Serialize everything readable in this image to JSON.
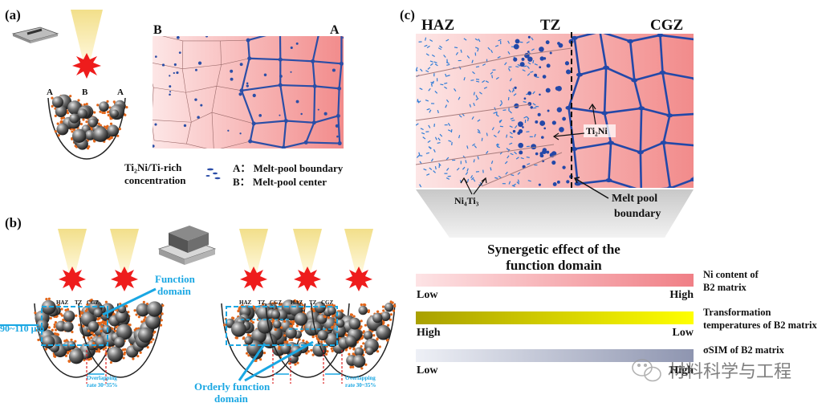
{
  "panel_a": {
    "label": "(a)",
    "pool_left": "A",
    "pool_center": "B",
    "pool_right": "A",
    "map_left": "B",
    "map_right": "A",
    "legend_line1": "Ti₂Ni/Ti-rich",
    "legend_line2": "concentration",
    "key_a": "A： Melt-pool boundary",
    "key_b": "B： Melt-pool center"
  },
  "panel_b": {
    "label": "(b)",
    "haz": "HAZ",
    "tz": "TZ",
    "cgz": "CGZ",
    "function_domain_1": "Function",
    "function_domain_2": "domain",
    "width_label": "90~110 μm",
    "overlap_1": "Overlapping",
    "overlap_2": "rate 30~35%",
    "orderly_1": "Orderly function",
    "orderly_2": "domain"
  },
  "panel_c": {
    "label": "(c)",
    "haz": "HAZ",
    "tz": "TZ",
    "cgz": "CGZ",
    "ti2ni": "Ti₂Ni",
    "ni4ti3": "Ni₄Ti₃",
    "melt_pool_1": "Melt pool",
    "melt_pool_2": "boundary",
    "synergy_1": "Synergetic effect of the",
    "synergy_2": "function domain",
    "bars": [
      {
        "left": "Low",
        "right": "High",
        "desc1": "Ni content of",
        "desc2": "B2 matrix"
      },
      {
        "left": "High",
        "right": "Low",
        "desc1": "Transformation",
        "desc2": "temperatures of B2 matrix"
      },
      {
        "left": "Low",
        "right": "High",
        "desc1": "σSIM of B2 matrix",
        "desc2": ""
      }
    ]
  },
  "watermark": "材料科学与工程"
}
